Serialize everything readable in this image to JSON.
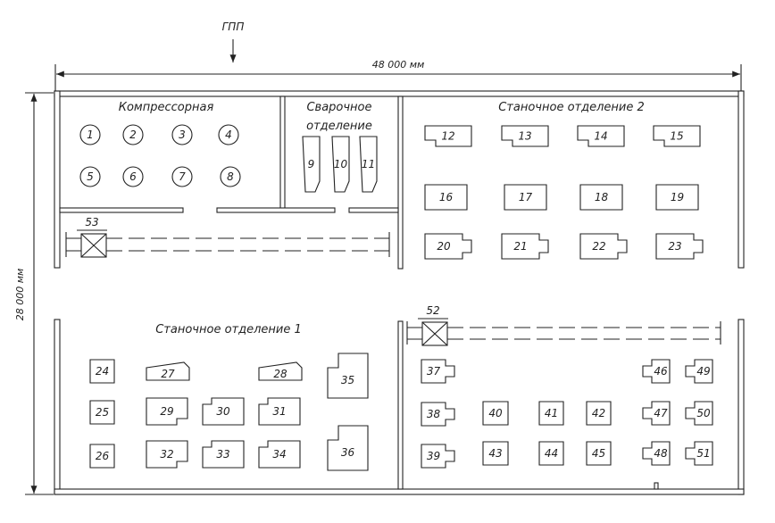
{
  "gpp_label": "ГПП",
  "dim_width": "48 000 мм",
  "dim_height": "28 000 мм",
  "rooms": {
    "compressor": "Компрессорная",
    "welding_line1": "Сварочное",
    "welding_line2": "отделение",
    "machine2": "Станочное отделение 2",
    "machine1": "Станочное отделение 1"
  },
  "cranes": {
    "crane_top": "53",
    "crane_bottom": "52"
  },
  "equipment": {
    "e1": "1",
    "e2": "2",
    "e3": "3",
    "e4": "4",
    "e5": "5",
    "e6": "6",
    "e7": "7",
    "e8": "8",
    "e9": "9",
    "e10": "10",
    "e11": "11",
    "e12": "12",
    "e13": "13",
    "e14": "14",
    "e15": "15",
    "e16": "16",
    "e17": "17",
    "e18": "18",
    "e19": "19",
    "e20": "20",
    "e21": "21",
    "e22": "22",
    "e23": "23",
    "e24": "24",
    "e25": "25",
    "e26": "26",
    "e27": "27",
    "e28": "28",
    "e29": "29",
    "e30": "30",
    "e31": "31",
    "e32": "32",
    "e33": "33",
    "e34": "34",
    "e35": "35",
    "e36": "36",
    "e37": "37",
    "e38": "38",
    "e39": "39",
    "e40": "40",
    "e41": "41",
    "e42": "42",
    "e43": "43",
    "e44": "44",
    "e45": "45",
    "e46": "46",
    "e47": "47",
    "e48": "48",
    "e49": "49",
    "e50": "50",
    "e51": "51"
  }
}
